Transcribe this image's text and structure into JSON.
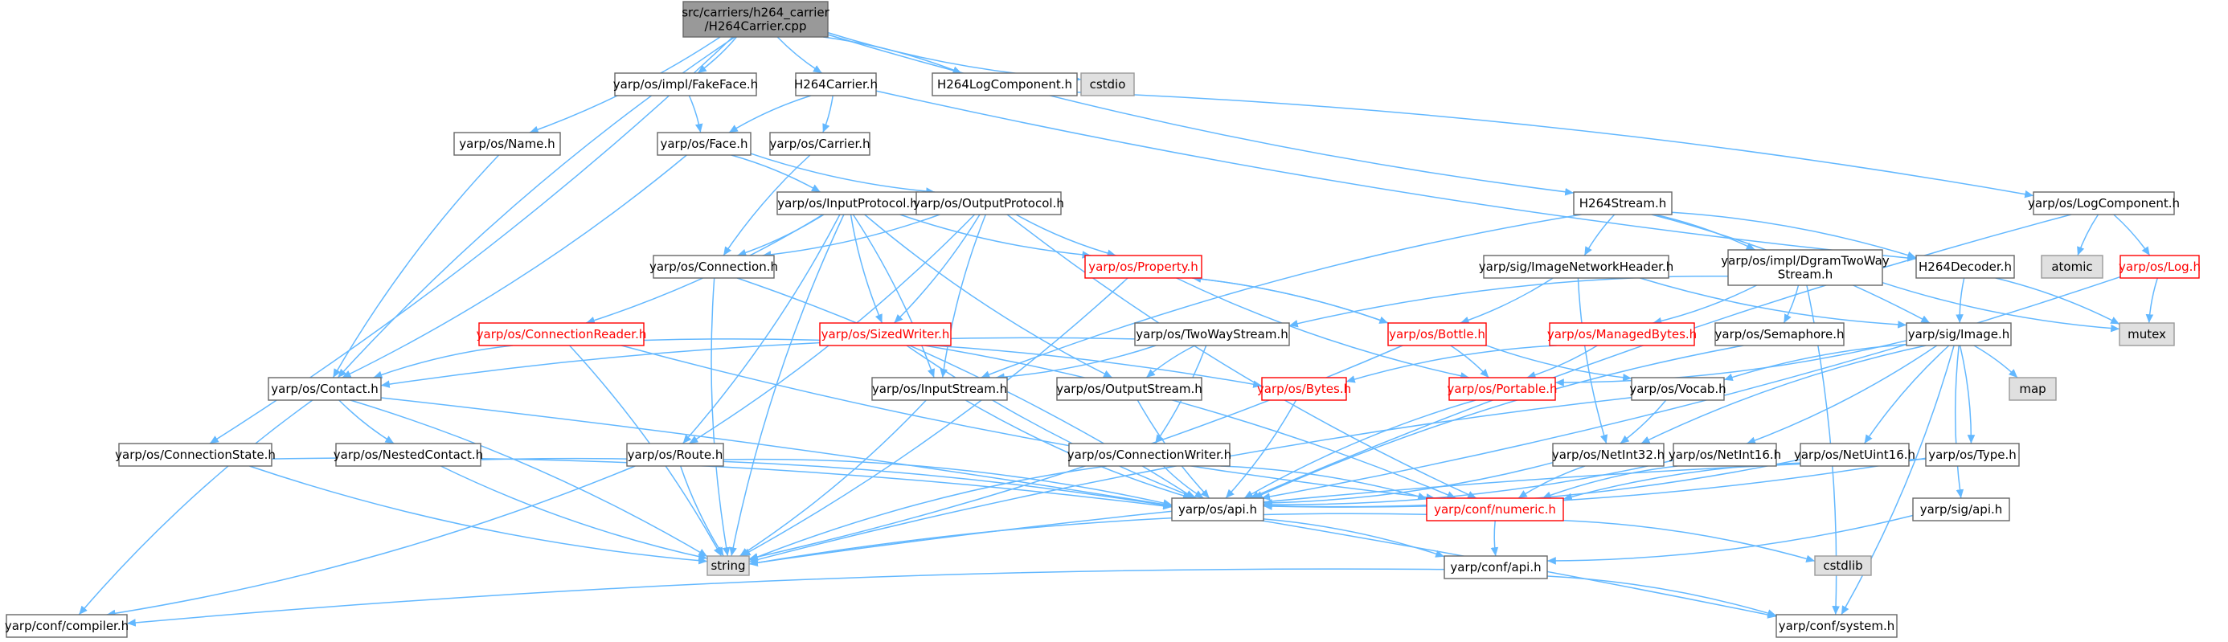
{
  "colors": {
    "edge": "#63b8ff",
    "node_fill": "#ffffff",
    "node_border": "#666666",
    "root_fill": "#999999",
    "root_border": "#666666",
    "external_fill": "#e0e0e0",
    "external_border": "#999999",
    "truncated_border": "#ff0000",
    "truncated_text": "#ff0000",
    "text": "#000000"
  },
  "nodes": [
    {
      "id": "root",
      "lines": [
        "src/carriers/h264_carrier",
        "/H264Carrier.cpp"
      ],
      "kind": "root"
    },
    {
      "id": "fakeface",
      "lines": [
        "yarp/os/impl/FakeFace.h"
      ],
      "kind": "normal"
    },
    {
      "id": "h264carrier",
      "lines": [
        "H264Carrier.h"
      ],
      "kind": "normal"
    },
    {
      "id": "h264logcomp",
      "lines": [
        "H264LogComponent.h"
      ],
      "kind": "normal"
    },
    {
      "id": "cstdio",
      "lines": [
        "cstdio"
      ],
      "kind": "external"
    },
    {
      "id": "name",
      "lines": [
        "yarp/os/Name.h"
      ],
      "kind": "normal"
    },
    {
      "id": "face",
      "lines": [
        "yarp/os/Face.h"
      ],
      "kind": "normal"
    },
    {
      "id": "carrier",
      "lines": [
        "yarp/os/Carrier.h"
      ],
      "kind": "normal"
    },
    {
      "id": "inputprotocol",
      "lines": [
        "yarp/os/InputProtocol.h"
      ],
      "kind": "normal"
    },
    {
      "id": "outputprotocol",
      "lines": [
        "yarp/os/OutputProtocol.h"
      ],
      "kind": "normal"
    },
    {
      "id": "h264stream",
      "lines": [
        "H264Stream.h"
      ],
      "kind": "normal"
    },
    {
      "id": "logcomponent",
      "lines": [
        "yarp/os/LogComponent.h"
      ],
      "kind": "normal"
    },
    {
      "id": "connection",
      "lines": [
        "yarp/os/Connection.h"
      ],
      "kind": "normal"
    },
    {
      "id": "property",
      "lines": [
        "yarp/os/Property.h"
      ],
      "kind": "truncated"
    },
    {
      "id": "imgnethdr",
      "lines": [
        "yarp/sig/ImageNetworkHeader.h"
      ],
      "kind": "normal"
    },
    {
      "id": "dgram",
      "lines": [
        "yarp/os/impl/DgramTwoWay",
        "Stream.h"
      ],
      "kind": "normal"
    },
    {
      "id": "h264decoder",
      "lines": [
        "H264Decoder.h"
      ],
      "kind": "normal"
    },
    {
      "id": "atomic",
      "lines": [
        "atomic"
      ],
      "kind": "external"
    },
    {
      "id": "log",
      "lines": [
        "yarp/os/Log.h"
      ],
      "kind": "truncated"
    },
    {
      "id": "connreader",
      "lines": [
        "yarp/os/ConnectionReader.h"
      ],
      "kind": "truncated"
    },
    {
      "id": "sizedwriter",
      "lines": [
        "yarp/os/SizedWriter.h"
      ],
      "kind": "truncated"
    },
    {
      "id": "twoway",
      "lines": [
        "yarp/os/TwoWayStream.h"
      ],
      "kind": "normal"
    },
    {
      "id": "bottle",
      "lines": [
        "yarp/os/Bottle.h"
      ],
      "kind": "truncated"
    },
    {
      "id": "managedbytes",
      "lines": [
        "yarp/os/ManagedBytes.h"
      ],
      "kind": "truncated"
    },
    {
      "id": "semaphore",
      "lines": [
        "yarp/os/Semaphore.h"
      ],
      "kind": "normal"
    },
    {
      "id": "image",
      "lines": [
        "yarp/sig/Image.h"
      ],
      "kind": "normal"
    },
    {
      "id": "mutex",
      "lines": [
        "mutex"
      ],
      "kind": "external"
    },
    {
      "id": "contact",
      "lines": [
        "yarp/os/Contact.h"
      ],
      "kind": "normal"
    },
    {
      "id": "inputstream",
      "lines": [
        "yarp/os/InputStream.h"
      ],
      "kind": "normal"
    },
    {
      "id": "outputstream",
      "lines": [
        "yarp/os/OutputStream.h"
      ],
      "kind": "normal"
    },
    {
      "id": "bytes",
      "lines": [
        "yarp/os/Bytes.h"
      ],
      "kind": "truncated"
    },
    {
      "id": "portable",
      "lines": [
        "yarp/os/Portable.h"
      ],
      "kind": "truncated"
    },
    {
      "id": "vocab",
      "lines": [
        "yarp/os/Vocab.h"
      ],
      "kind": "normal"
    },
    {
      "id": "map",
      "lines": [
        "map"
      ],
      "kind": "external"
    },
    {
      "id": "connstate",
      "lines": [
        "yarp/os/ConnectionState.h"
      ],
      "kind": "normal"
    },
    {
      "id": "nestedcontact",
      "lines": [
        "yarp/os/NestedContact.h"
      ],
      "kind": "normal"
    },
    {
      "id": "route",
      "lines": [
        "yarp/os/Route.h"
      ],
      "kind": "normal"
    },
    {
      "id": "connwriter",
      "lines": [
        "yarp/os/ConnectionWriter.h"
      ],
      "kind": "normal"
    },
    {
      "id": "netint32",
      "lines": [
        "yarp/os/NetInt32.h"
      ],
      "kind": "normal"
    },
    {
      "id": "netint16",
      "lines": [
        "yarp/os/NetInt16.h"
      ],
      "kind": "normal"
    },
    {
      "id": "netuint16",
      "lines": [
        "yarp/os/NetUint16.h"
      ],
      "kind": "normal"
    },
    {
      "id": "type",
      "lines": [
        "yarp/os/Type.h"
      ],
      "kind": "normal"
    },
    {
      "id": "osapi",
      "lines": [
        "yarp/os/api.h"
      ],
      "kind": "normal"
    },
    {
      "id": "numeric",
      "lines": [
        "yarp/conf/numeric.h"
      ],
      "kind": "truncated"
    },
    {
      "id": "sigapi",
      "lines": [
        "yarp/sig/api.h"
      ],
      "kind": "normal"
    },
    {
      "id": "string",
      "lines": [
        "string"
      ],
      "kind": "external"
    },
    {
      "id": "cstdlib",
      "lines": [
        "cstdlib"
      ],
      "kind": "external"
    },
    {
      "id": "confapi",
      "lines": [
        "yarp/conf/api.h"
      ],
      "kind": "normal"
    },
    {
      "id": "compiler",
      "lines": [
        "yarp/conf/compiler.h"
      ],
      "kind": "normal"
    },
    {
      "id": "system",
      "lines": [
        "yarp/conf/system.h"
      ],
      "kind": "normal"
    }
  ],
  "edges": [
    [
      "root",
      "fakeface"
    ],
    [
      "root",
      "h264carrier"
    ],
    [
      "root",
      "h264logcomp"
    ],
    [
      "root",
      "cstdio"
    ],
    [
      "root",
      "name"
    ],
    [
      "root",
      "contact"
    ],
    [
      "root",
      "connstate"
    ],
    [
      "root",
      "h264stream"
    ],
    [
      "fakeface",
      "face"
    ],
    [
      "h264carrier",
      "face"
    ],
    [
      "h264carrier",
      "carrier"
    ],
    [
      "h264carrier",
      "h264decoder"
    ],
    [
      "h264logcomp",
      "logcomponent"
    ],
    [
      "name",
      "contact"
    ],
    [
      "face",
      "inputprotocol"
    ],
    [
      "face",
      "outputprotocol"
    ],
    [
      "face",
      "contact"
    ],
    [
      "carrier",
      "connection"
    ],
    [
      "inputprotocol",
      "connection"
    ],
    [
      "inputprotocol",
      "property"
    ],
    [
      "inputprotocol",
      "connreader"
    ],
    [
      "inputprotocol",
      "sizedwriter"
    ],
    [
      "inputprotocol",
      "inputstream"
    ],
    [
      "inputprotocol",
      "outputstream"
    ],
    [
      "inputprotocol",
      "route"
    ],
    [
      "inputprotocol",
      "string"
    ],
    [
      "outputprotocol",
      "connection"
    ],
    [
      "outputprotocol",
      "property"
    ],
    [
      "outputprotocol",
      "sizedwriter"
    ],
    [
      "outputprotocol",
      "inputstream"
    ],
    [
      "outputprotocol",
      "route"
    ],
    [
      "outputprotocol",
      "numeric"
    ],
    [
      "h264stream",
      "h264decoder"
    ],
    [
      "h264stream",
      "imgnethdr"
    ],
    [
      "h264stream",
      "dgram"
    ],
    [
      "h264stream",
      "inputstream"
    ],
    [
      "h264stream",
      "image"
    ],
    [
      "logcomponent",
      "atomic"
    ],
    [
      "logcomponent",
      "log"
    ],
    [
      "logcomponent",
      "osapi"
    ],
    [
      "connection",
      "osapi"
    ],
    [
      "connection",
      "string"
    ],
    [
      "property",
      "bottle"
    ],
    [
      "property",
      "portable"
    ],
    [
      "property",
      "string"
    ],
    [
      "imgnethdr",
      "image"
    ],
    [
      "imgnethdr",
      "bottle"
    ],
    [
      "imgnethdr",
      "netint32"
    ],
    [
      "dgram",
      "managedbytes"
    ],
    [
      "dgram",
      "twoway"
    ],
    [
      "dgram",
      "semaphore"
    ],
    [
      "dgram",
      "mutex"
    ],
    [
      "dgram",
      "system"
    ],
    [
      "h264decoder",
      "image"
    ],
    [
      "h264decoder",
      "mutex"
    ],
    [
      "log",
      "mutex"
    ],
    [
      "log",
      "osapi"
    ],
    [
      "connreader",
      "contact"
    ],
    [
      "connreader",
      "bytes"
    ],
    [
      "connreader",
      "numeric"
    ],
    [
      "connreader",
      "string"
    ],
    [
      "sizedwriter",
      "osapi"
    ],
    [
      "sizedwriter",
      "numeric"
    ],
    [
      "twoway",
      "contact"
    ],
    [
      "twoway",
      "inputstream"
    ],
    [
      "twoway",
      "outputstream"
    ],
    [
      "twoway",
      "connwriter"
    ],
    [
      "bottle",
      "property"
    ],
    [
      "bottle",
      "portable"
    ],
    [
      "bottle",
      "vocab"
    ],
    [
      "bottle",
      "string"
    ],
    [
      "managedbytes",
      "bytes"
    ],
    [
      "managedbytes",
      "portable"
    ],
    [
      "semaphore",
      "osapi"
    ],
    [
      "image",
      "portable"
    ],
    [
      "image",
      "vocab"
    ],
    [
      "image",
      "map"
    ],
    [
      "image",
      "netint32"
    ],
    [
      "image",
      "netint16"
    ],
    [
      "image",
      "netuint16"
    ],
    [
      "image",
      "type"
    ],
    [
      "image",
      "sigapi"
    ],
    [
      "image",
      "system"
    ],
    [
      "contact",
      "nestedcontact"
    ],
    [
      "contact",
      "string"
    ],
    [
      "contact",
      "compiler"
    ],
    [
      "contact",
      "system"
    ],
    [
      "inputstream",
      "osapi"
    ],
    [
      "inputstream",
      "string"
    ],
    [
      "outputstream",
      "osapi"
    ],
    [
      "bytes",
      "osapi"
    ],
    [
      "portable",
      "osapi"
    ],
    [
      "vocab",
      "netint32"
    ],
    [
      "vocab",
      "string"
    ],
    [
      "connstate",
      "osapi"
    ],
    [
      "connstate",
      "string"
    ],
    [
      "nestedcontact",
      "osapi"
    ],
    [
      "nestedcontact",
      "string"
    ],
    [
      "route",
      "osapi"
    ],
    [
      "route",
      "string"
    ],
    [
      "route",
      "compiler"
    ],
    [
      "connwriter",
      "osapi"
    ],
    [
      "connwriter",
      "numeric"
    ],
    [
      "connwriter",
      "string"
    ],
    [
      "netint32",
      "osapi"
    ],
    [
      "netint32",
      "numeric"
    ],
    [
      "netint16",
      "osapi"
    ],
    [
      "netint16",
      "numeric"
    ],
    [
      "netuint16",
      "osapi"
    ],
    [
      "netuint16",
      "numeric"
    ],
    [
      "type",
      "osapi"
    ],
    [
      "type",
      "string"
    ],
    [
      "osapi",
      "confapi"
    ],
    [
      "numeric",
      "confapi"
    ],
    [
      "numeric",
      "cstdlib"
    ],
    [
      "numeric",
      "string"
    ],
    [
      "sigapi",
      "confapi"
    ],
    [
      "confapi",
      "compiler"
    ],
    [
      "confapi",
      "system"
    ]
  ]
}
